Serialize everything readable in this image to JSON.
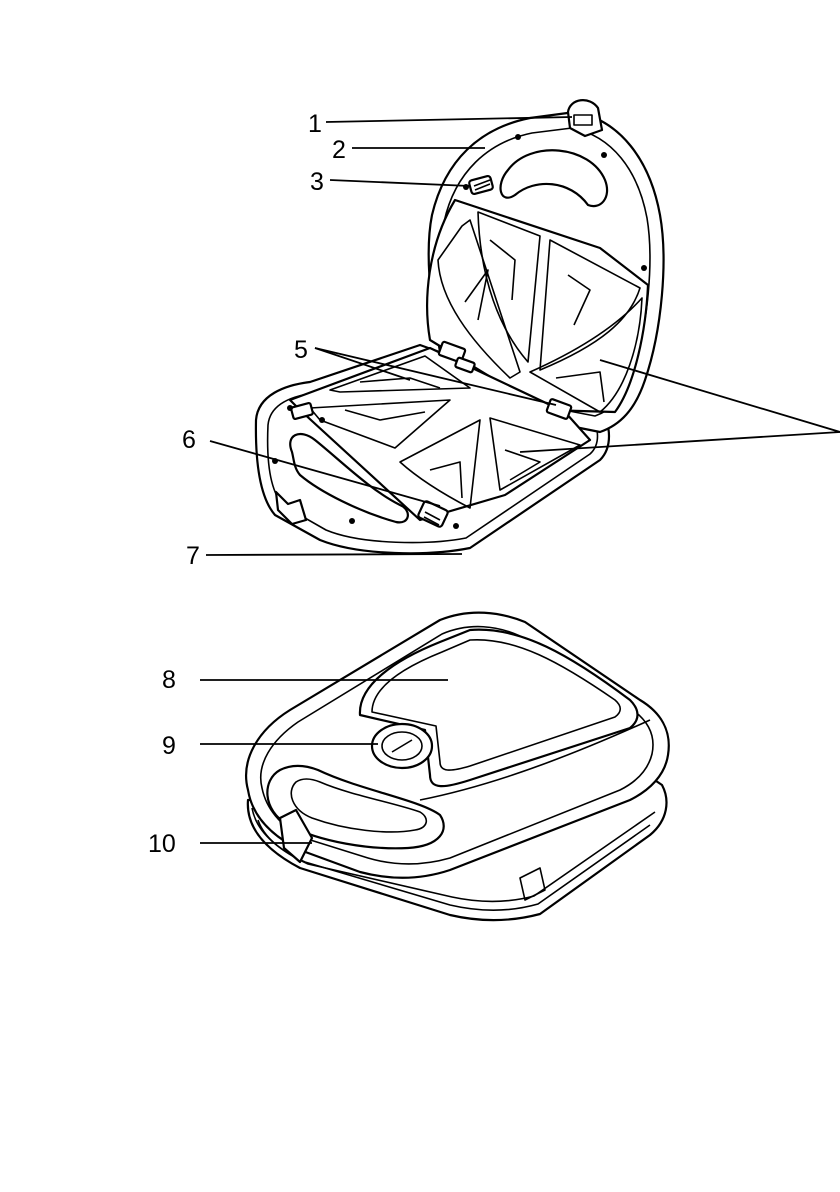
{
  "diagram": {
    "labels": {
      "l1": "1",
      "l2": "2",
      "l3": "3",
      "l5": "5",
      "l6": "6",
      "l7": "7",
      "l8": "8",
      "l9": "9",
      "l10": "10"
    }
  }
}
